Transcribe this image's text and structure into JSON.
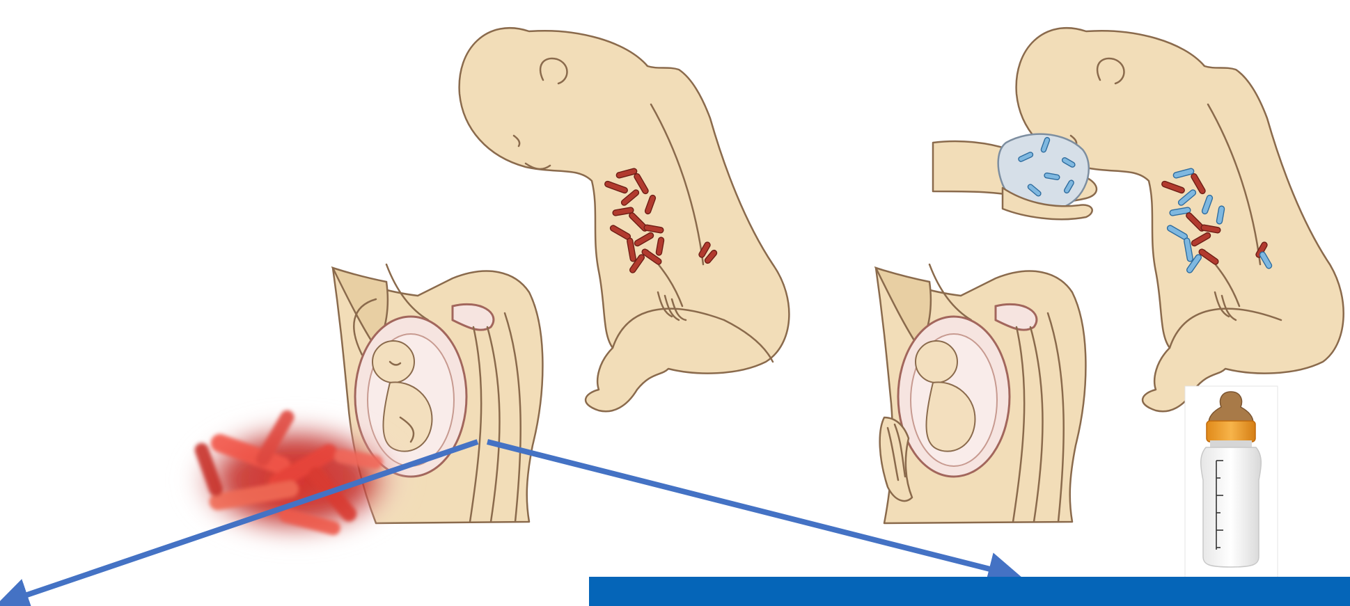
{
  "colors": {
    "arrow": "#4472c4",
    "bottom_bar": "#0565b8",
    "skin": "#f2ddb8",
    "outline": "#8a6a4c",
    "bacteria_maternal": "#b23a2e",
    "bacteria_environmental": "#7fb8e0",
    "bottle_cap": "#f0a030",
    "bottle_nipple": "#a87a48"
  },
  "panels": [
    {
      "id": "vaginal-delivery",
      "bacteria": [
        "red"
      ]
    },
    {
      "id": "cesarean-delivery",
      "bacteria": [
        "red",
        "blue"
      ],
      "extras": [
        "hand-with-cloth",
        "hand-on-belly",
        "baby-bottle"
      ]
    }
  ],
  "icons": [
    "bacteria-closeup-icon",
    "baby-bottle-icon",
    "arrow-left",
    "arrow-right"
  ]
}
